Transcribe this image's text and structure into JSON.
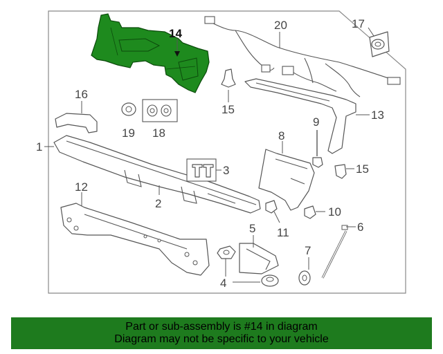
{
  "colors": {
    "highlight": "#1e8a1e",
    "banner": "#1e7b1e",
    "line": "#555555"
  },
  "callouts": {
    "c1": "1",
    "c2": "2",
    "c3": "3",
    "c4": "4",
    "c5": "5",
    "c6": "6",
    "c7": "7",
    "c8": "8",
    "c9": "9",
    "c10": "10",
    "c11": "11",
    "c12": "12",
    "c13": "13",
    "c14": "14",
    "c15a": "15",
    "c15b": "15",
    "c16": "16",
    "c17": "17",
    "c18": "18",
    "c19": "19",
    "c20": "20"
  },
  "banner": {
    "line1": "Part or sub-assembly is #14 in diagram",
    "line2": "Diagram may not be specific to your vehicle"
  }
}
